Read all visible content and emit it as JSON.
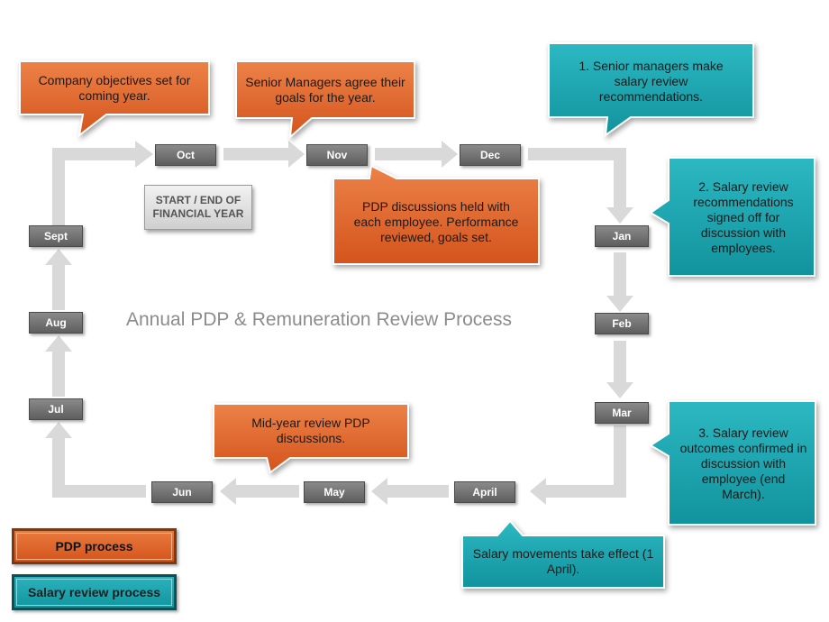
{
  "title": "Annual PDP & Remuneration Review Process",
  "months": {
    "oct": "Oct",
    "nov": "Nov",
    "dec": "Dec",
    "jan": "Jan",
    "feb": "Feb",
    "mar": "Mar",
    "april": "April",
    "may": "May",
    "jun": "Jun",
    "jul": "Jul",
    "aug": "Aug",
    "sept": "Sept"
  },
  "start_end": "START / END OF FINANCIAL YEAR",
  "callouts": {
    "company_objectives": "Company objectives set for coming year.",
    "senior_goals": "Senior Managers agree their goals for the year.",
    "pdp_discussions": "PDP discussions held with each employee. Performance reviewed, goals set.",
    "midyear": "Mid-year review PDP discussions.",
    "salary_1": "1. Senior managers make salary review recommendations.",
    "salary_2": "2. Salary review recommendations signed off for discussion with employees.",
    "salary_3": "3. Salary review outcomes confirmed in discussion with employee (end March).",
    "salary_movements": "Salary movements take effect (1 April)."
  },
  "legend": {
    "pdp": "PDP process",
    "salary": "Salary review process"
  },
  "colors": {
    "pdp": "#e0632a",
    "salary": "#1fa8b2",
    "arrow": "#d9d9d9",
    "month": "#6e6e6e"
  }
}
